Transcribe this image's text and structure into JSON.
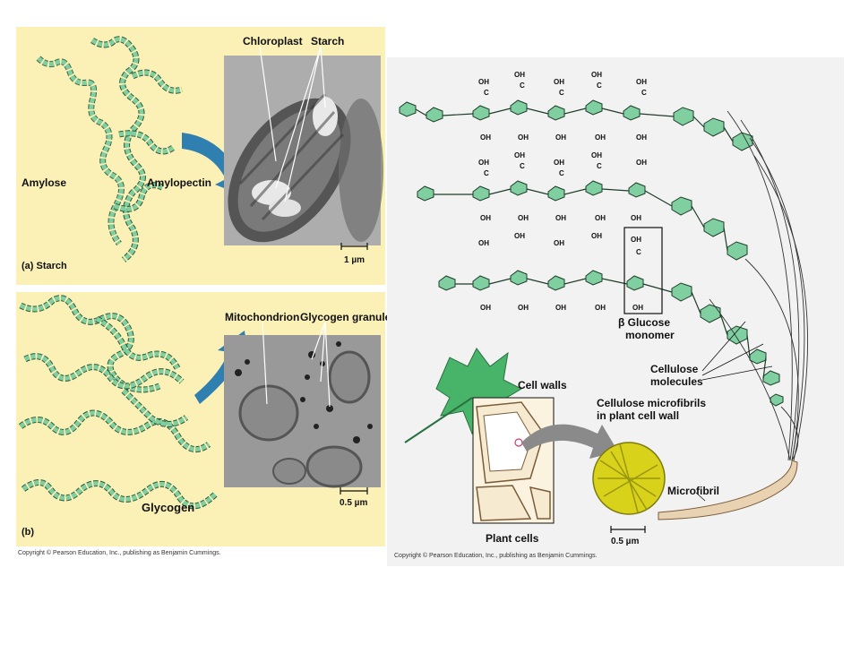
{
  "starch_panel": {
    "part_label": "(a) Starch",
    "amylose": "Amylose",
    "amylopectin": "Amylopectin",
    "chloroplast": "Chloroplast",
    "starch": "Starch",
    "scale": "1 µm"
  },
  "glycogen_panel": {
    "part_label": "(b)",
    "glycogen": "Glycogen",
    "mitochondrion": "Mitochondrion",
    "glycogen_granules": "Glycogen granules",
    "scale": "0.5 µm"
  },
  "cellulose_panel": {
    "beta_glucose_line1": "β Glucose",
    "beta_glucose_line2": "monomer",
    "cellulose_line1": "Cellulose",
    "cellulose_line2": "molecules",
    "cell_walls": "Cell walls",
    "microfibrils_line1": "Cellulose microfibrils",
    "microfibrils_line2": "in plant cell wall",
    "microfibril": "Microfibril",
    "plant_cells": "Plant cells",
    "scale": "0.5 µm"
  },
  "copyright_left": "Copyright © Pearson Education, Inc., publishing as Benjamin Cummings.",
  "copyright_right": "Copyright © Pearson Education, Inc., publishing as Benjamin Cummings.",
  "colors": {
    "panel_yellow": "#fbf1b6",
    "glucose_green": "#7fcfa0",
    "arrow_blue": "#2f7fb0",
    "micrograph_gray": "#9a9a9a",
    "microfibril_yellow": "#d8d21a"
  }
}
